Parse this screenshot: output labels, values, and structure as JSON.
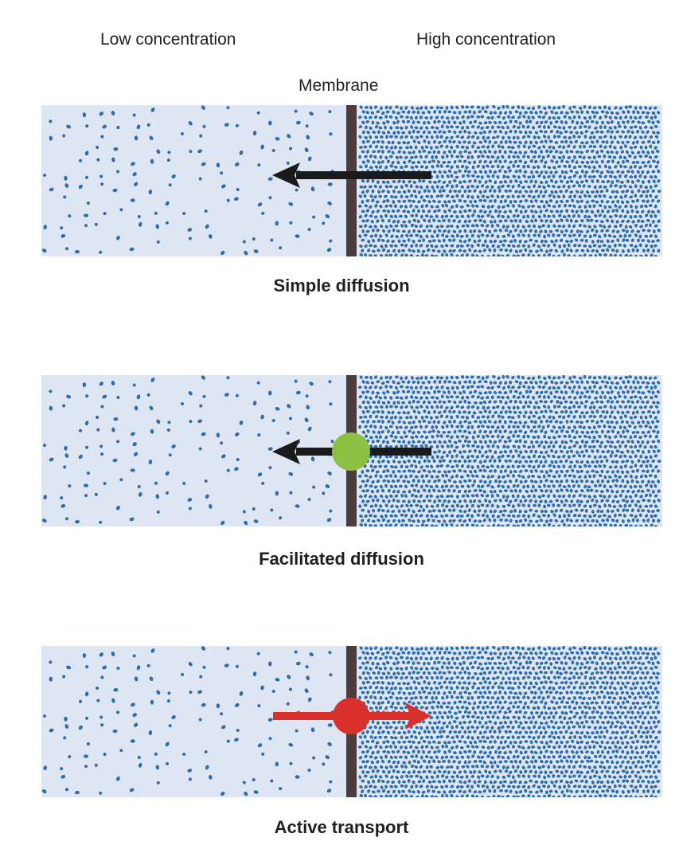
{
  "labels": {
    "low_concentration": "Low concentration",
    "high_concentration": "High concentration",
    "membrane": "Membrane"
  },
  "panels": [
    {
      "id": "simple",
      "caption": "Simple diffusion",
      "arrow_direction": "high-to-low",
      "carrier": null,
      "arrow_color": "#1a1a1a"
    },
    {
      "id": "facilitated",
      "caption": "Facilitated diffusion",
      "arrow_direction": "high-to-low",
      "carrier": "channel-protein",
      "carrier_color": "#8cc043",
      "arrow_color": "#1a1a1a"
    },
    {
      "id": "active",
      "caption": "Active transport",
      "arrow_direction": "low-to-high",
      "carrier": "pump-protein",
      "carrier_color": "#d9302b",
      "arrow_color": "#d9302b"
    }
  ],
  "colors": {
    "background": "#dfe6f3",
    "particle": "#2d6dab",
    "membrane": "#4e3b3b",
    "text": "#231f20"
  }
}
